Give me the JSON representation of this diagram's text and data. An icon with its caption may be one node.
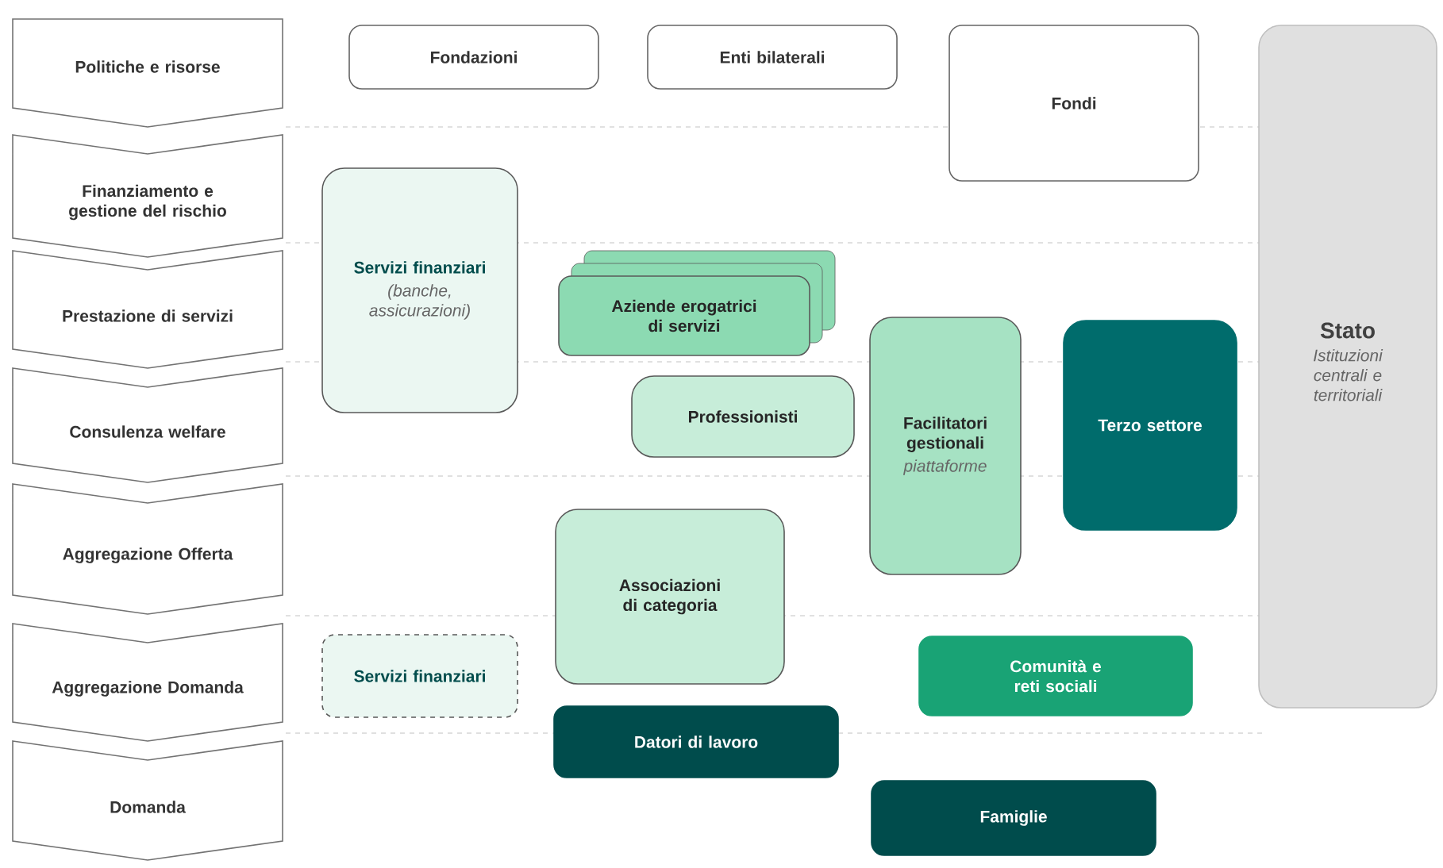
{
  "diagram": {
    "nodes": [
      {
        "text": [
          "Politiche e risorse"
        ]
      },
      {
        "text": [
          "Finanziamento e gestione del rischio"
        ]
      },
      {
        "text": [
          "Prestazione di servizi"
        ]
      },
      {
        "text": [
          "Consulenza welfare"
        ]
      },
      {
        "text": [
          "Aggregazione Offerta"
        ]
      },
      {
        "text": [
          "Aggregazione Domanda"
        ]
      },
      {
        "text": [
          "Domanda"
        ]
      },
      {
        "text": [
          "Fondazioni"
        ]
      },
      {
        "text": [
          "Enti bilaterali"
        ]
      },
      {
        "text": [
          "Fondi"
        ]
      },
      {
        "text": [
          "Stato",
          "Istituzioni centrali e territoriali"
        ]
      },
      {
        "text": [
          "Servizi finanziari",
          "(banche, assicurazioni)"
        ]
      },
      {
        "text": [
          "Aziende erogatrici di servizi"
        ]
      },
      {
        "text": [
          "Professionisti"
        ]
      },
      {
        "text": [
          "Facilitatori gestionali",
          "piattaforme"
        ]
      },
      {
        "text": [
          "Terzo settore"
        ]
      },
      {
        "text": [
          "Associazioni di categoria"
        ]
      },
      {
        "text": [
          "Servizi finanziari"
        ]
      },
      {
        "text": [
          "Comunità e reti sociali"
        ]
      },
      {
        "text": [
          "Datori di lavoro"
        ]
      },
      {
        "text": [
          "Famiglie"
        ]
      }
    ]
  }
}
